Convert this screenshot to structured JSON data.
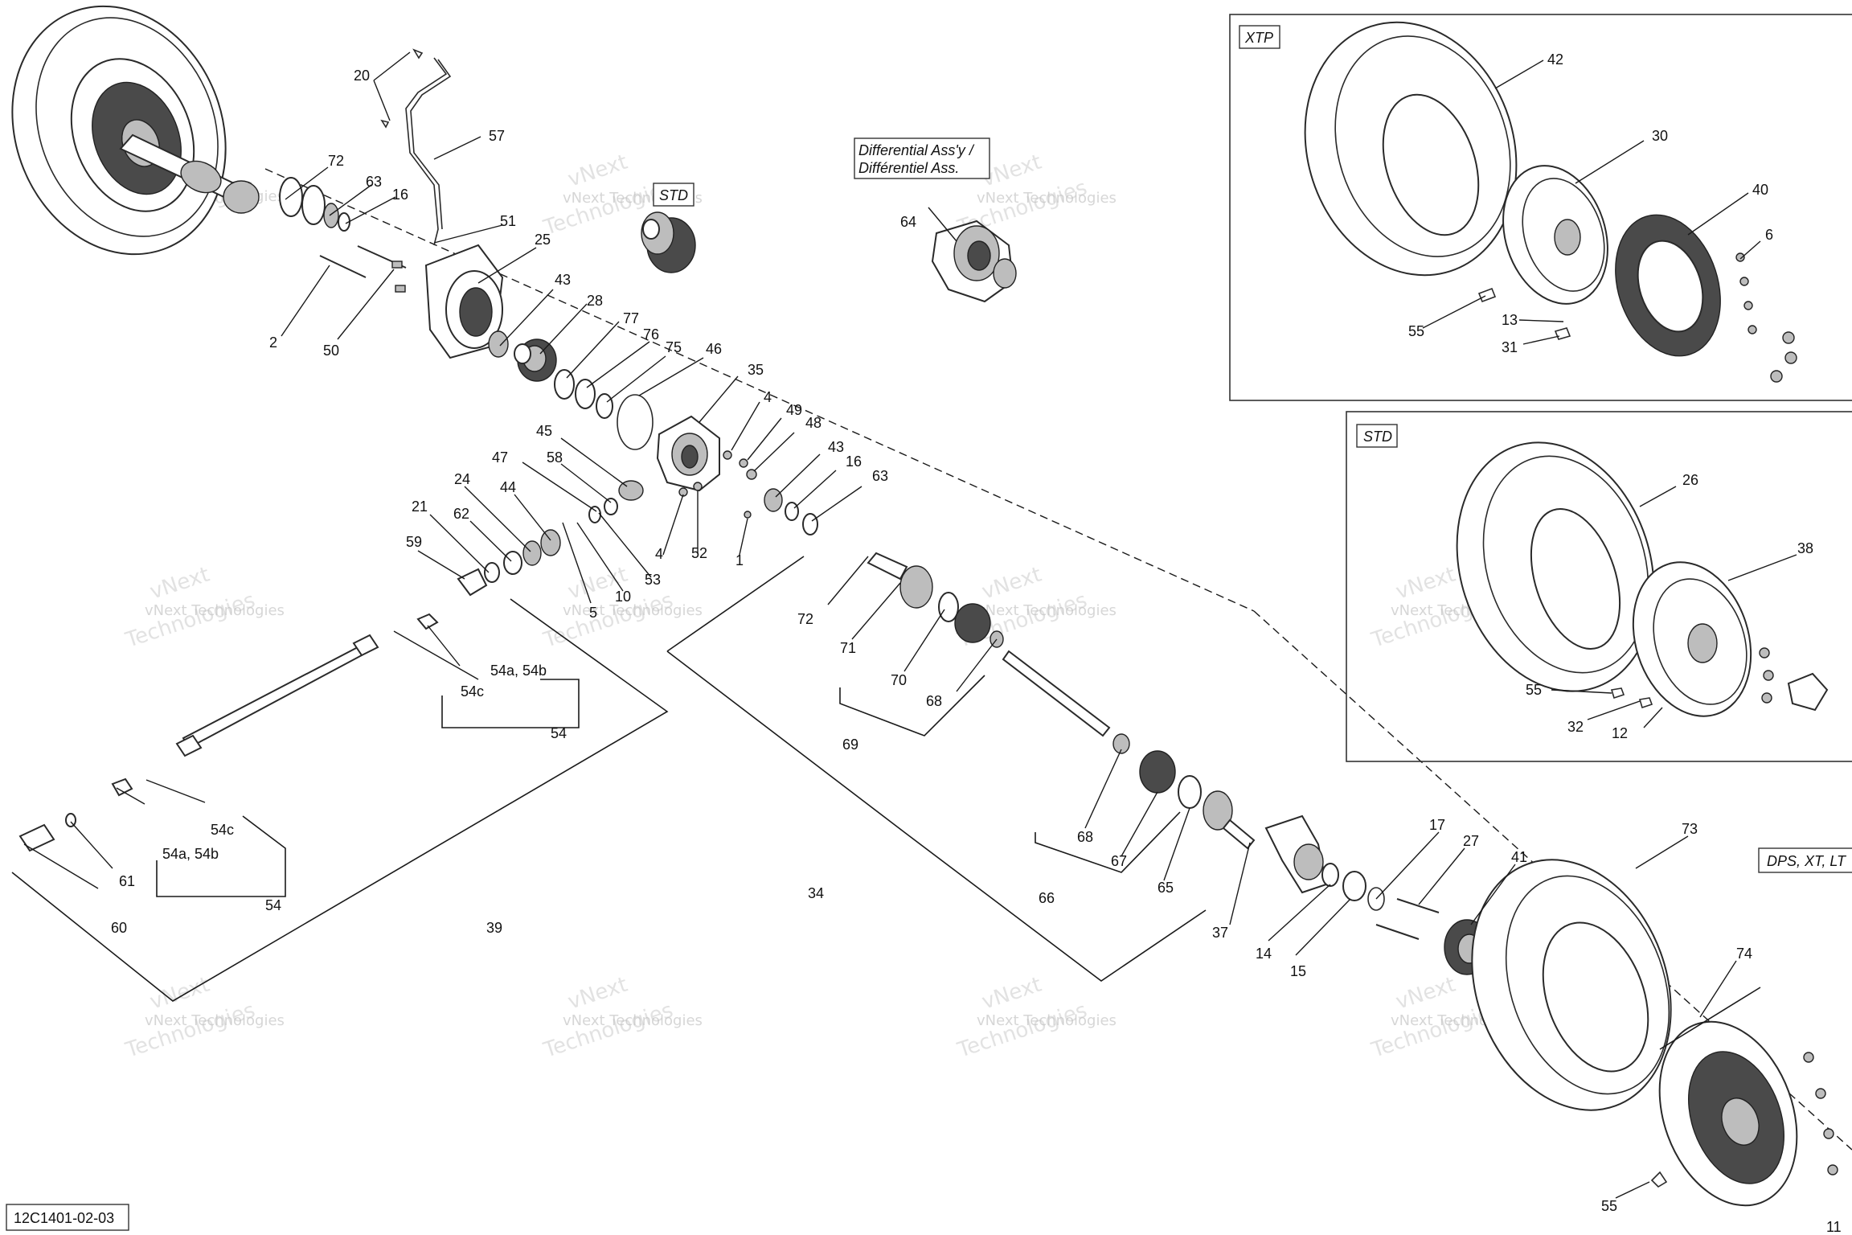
{
  "drawing": {
    "figure_number": "12C1401-02-03",
    "variant_boxes": [
      {
        "id": "xtp",
        "label": "XTP"
      },
      {
        "id": "std",
        "label": "STD"
      },
      {
        "id": "dps",
        "label": "DPS, XT, LT"
      }
    ],
    "differential_title": {
      "line1": "Differential Ass'y /",
      "line2": "Différentiel Ass."
    },
    "std_tag": "STD",
    "watermark": {
      "line1": "vNext Technologies",
      "line2": "Technologies",
      "logo": "vNext"
    }
  },
  "callouts": {
    "c20": "20",
    "c57": "57",
    "c72a": "72",
    "c63a": "63",
    "c16a": "16",
    "c51": "51",
    "c25": "25",
    "c43a": "43",
    "c28": "28",
    "c2": "2",
    "c50": "50",
    "c77": "77",
    "c76": "76",
    "c75": "75",
    "c46": "46",
    "c35": "35",
    "c4a": "4",
    "c49": "49",
    "c48": "48",
    "c45": "45",
    "c47": "47",
    "c58": "58",
    "c43b": "43",
    "c16b": "16",
    "c63b": "63",
    "c24": "24",
    "c44": "44",
    "c21": "21",
    "c62": "62",
    "c59": "59",
    "c4b": "4",
    "c52": "52",
    "c1": "1",
    "c53": "53",
    "c10": "10",
    "c5": "5",
    "c72b": "72",
    "c71": "71",
    "c70": "70",
    "c68a": "68",
    "c69": "69",
    "c54a54b_a": "54a, 54b",
    "c54c_a": "54c",
    "c54_a": "54",
    "c54c_b": "54c",
    "c54a54b_b": "54a, 54b",
    "c54_b": "54",
    "c61": "61",
    "c60": "60",
    "c39": "39",
    "c34": "34",
    "c68b": "68",
    "c67": "67",
    "c66": "66",
    "c65": "65",
    "c37": "37",
    "c14": "14",
    "c15": "15",
    "c17": "17",
    "c27": "27",
    "c41": "41",
    "c73": "73",
    "c74": "74",
    "c55c": "55",
    "c11": "11",
    "c64": "64",
    "c42": "42",
    "c30": "30",
    "c40": "40",
    "c6": "6",
    "c55a": "55",
    "c13": "13",
    "c31": "31",
    "c26": "26",
    "c38": "38",
    "c55b": "55",
    "c32": "32",
    "c12": "12"
  }
}
